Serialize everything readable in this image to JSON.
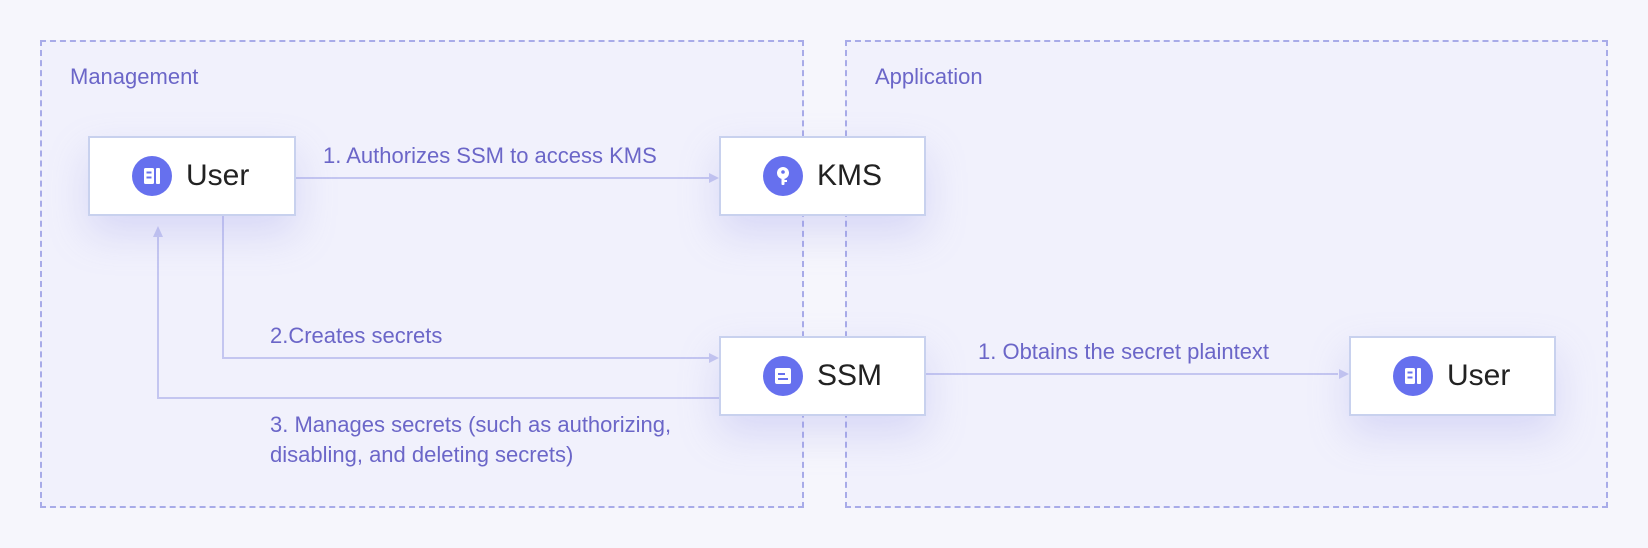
{
  "groups": {
    "management": {
      "title": "Management"
    },
    "application": {
      "title": "Application"
    }
  },
  "nodes": {
    "user_management": {
      "label": "User",
      "icon": "server-icon"
    },
    "kms": {
      "label": "KMS",
      "icon": "key-icon"
    },
    "ssm": {
      "label": "SSM",
      "icon": "document-icon"
    },
    "user_application": {
      "label": "User",
      "icon": "server-icon"
    }
  },
  "edges": {
    "authorize": {
      "label": "1. Authorizes SSM to access KMS"
    },
    "create": {
      "label": "2.Creates secrets"
    },
    "manage": {
      "label_line1": "3. Manages secrets (such as authorizing,",
      "label_line2": "disabling, and deleting secrets)"
    },
    "obtain": {
      "label": "1. Obtains the secret plaintext"
    }
  },
  "colors": {
    "accent": "#6670ee",
    "label_text": "#6b66c8",
    "connector": "#c4c6f0",
    "group_border": "#a8abe8",
    "background": "#f6f6fc"
  }
}
